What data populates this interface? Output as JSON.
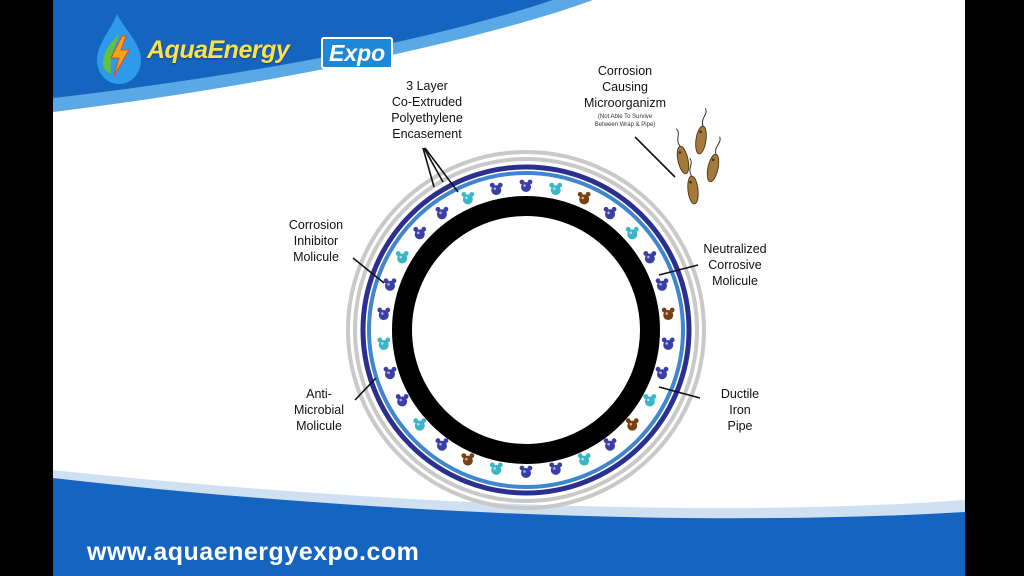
{
  "brand": {
    "name_part1": "AquaEnergy",
    "name_part2": "Expo",
    "website": "www.aquaenergyexpo.com"
  },
  "diagram": {
    "labels": {
      "encasement": [
        "3 Layer",
        "Co-Extruded",
        "Polyethylene",
        "Encasement"
      ],
      "microorganism": [
        "Corrosion",
        "Causing",
        "Microorganizm"
      ],
      "microorganism_note": [
        "(Not Able To Survive",
        "Between Wrap & Pipe)"
      ],
      "inhibitor": [
        "Corrosion",
        "Inhibitor",
        "Molicule"
      ],
      "neutralized": [
        "Neutralized",
        "Corrosive",
        "Molicule"
      ],
      "antimicrobial": [
        "Anti-",
        "Microbial",
        "Molicule"
      ],
      "pipe": [
        "Ductile",
        "Iron",
        "Pipe"
      ]
    }
  },
  "colors": {
    "background": "#ffffff",
    "frame": "#000000",
    "brand_blue": "#1565c0",
    "brand_light_blue": "#1e88e5",
    "logo_yellow": "#ffe04a",
    "pipe": "#000000",
    "encasement_outer": "#c9c9c9",
    "encasement_navy": "#2b2f8f",
    "encasement_blue": "#3f86cc",
    "inhibitor_molecule": "#3a3fa6",
    "antimicrobial_molecule": "#3bb6c9",
    "neutralized_molecule": "#7a3f12",
    "microorganism": "#a47a3c"
  },
  "icons": {
    "logo": "water-drop-lightning-icon",
    "inhibitor": "inhibitor-molecule-icon",
    "antimicrobial": "antimicrobial-molecule-icon",
    "neutralized": "neutralized-molecule-icon",
    "microorganism": "microorganism-icon"
  }
}
